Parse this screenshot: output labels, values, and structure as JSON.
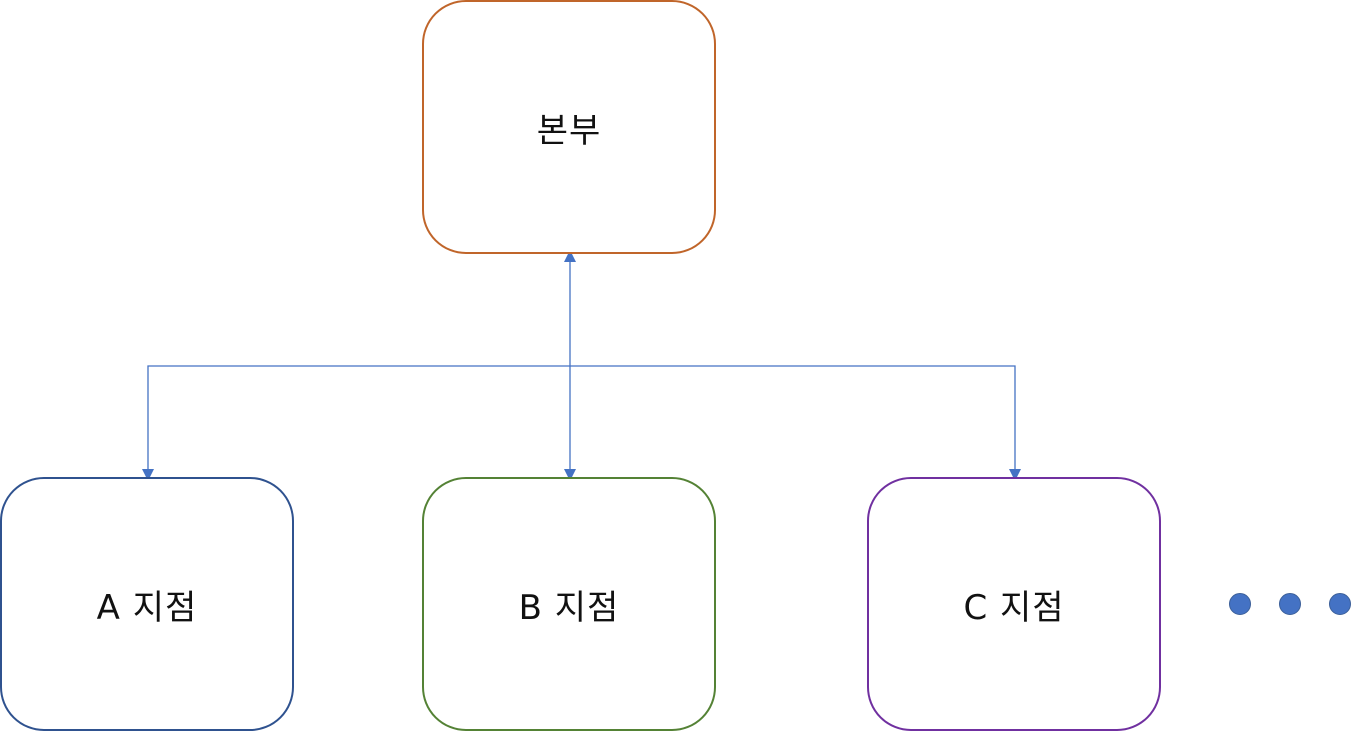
{
  "nodes": {
    "headquarters": {
      "label": "본부",
      "border_color": "#c0652a"
    },
    "branch_a": {
      "label": "A 지점",
      "border_color": "#2f528f"
    },
    "branch_b": {
      "label": "B 지점",
      "border_color": "#548235"
    },
    "branch_c": {
      "label": "C 지점",
      "border_color": "#7030a0"
    }
  },
  "connector_color": "#4472c4",
  "ellipsis_dot_color": "#4472c4",
  "ellipsis_dot_count": 3
}
